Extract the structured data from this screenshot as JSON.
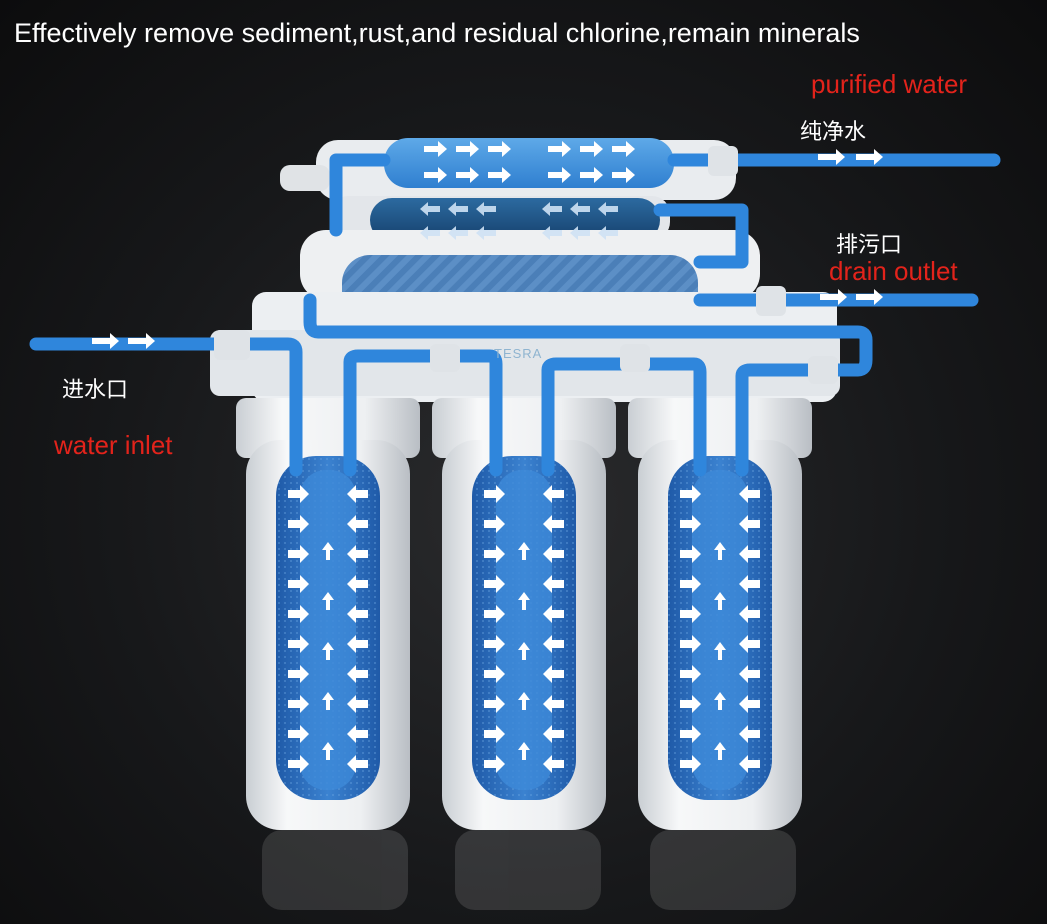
{
  "headline": "Effectively remove sediment,rust,and residual chlorine,remain minerals",
  "labels": {
    "purified_water_en": "purified water",
    "purified_water_cn": "纯净水",
    "drain_outlet_cn": "排污口",
    "drain_outlet_en": "drain outlet",
    "water_inlet_cn": "进水口",
    "water_inlet_en": "water inlet"
  },
  "brand": "TESRA",
  "colors": {
    "background": "#141516",
    "pipe": "#2f86dc",
    "filter_media": "#2f6fbf",
    "housing": "#f2f4f6",
    "label_red": "#e3231b",
    "label_white": "#ffffff"
  },
  "icons": [
    "flow-arrow-icon",
    "up-arrow-icon"
  ]
}
